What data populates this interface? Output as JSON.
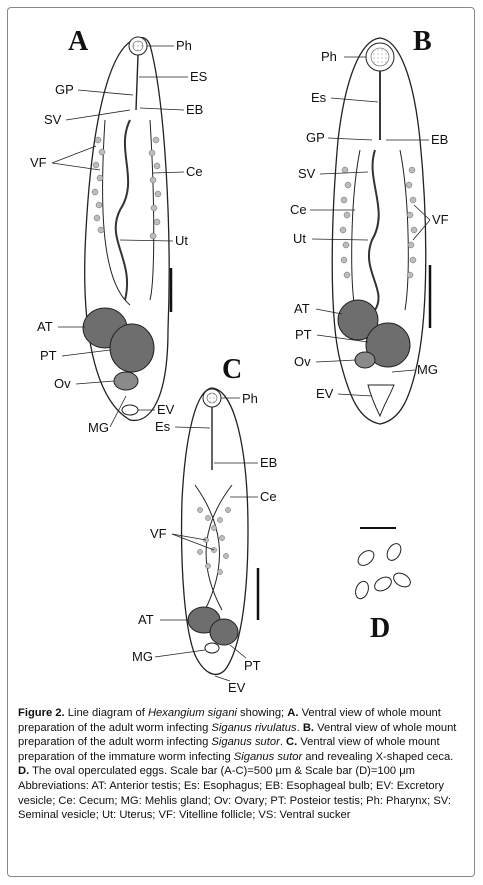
{
  "figure": {
    "panels": {
      "A": "A",
      "B": "B",
      "C": "C",
      "D": "D"
    },
    "labels_A": [
      "Ph",
      "ES",
      "GP",
      "EB",
      "SV",
      "VF",
      "Ce",
      "Ut",
      "AT",
      "PT",
      "Ov",
      "EV",
      "MG"
    ],
    "labels_B": [
      "Ph",
      "Es",
      "GP",
      "EB",
      "SV",
      "Ce",
      "VF",
      "Ut",
      "AT",
      "PT",
      "Ov",
      "MG",
      "EV"
    ],
    "labels_C": [
      "Ph",
      "Es",
      "EB",
      "Ce",
      "VF",
      "AT",
      "MG",
      "PT",
      "EV"
    ],
    "colors": {
      "gonad": "#6e6e6e",
      "outline": "#222222",
      "vitelline": "#bdbdbd"
    }
  },
  "caption": {
    "lead": "Figure 2.",
    "t1": "  Line diagram of ",
    "genus": "Hexangium sigani",
    "t2": " showing; ",
    "A": "A.",
    "t3": " Ventral view of whole mount preparation of the adult worm infecting ",
    "sp1": "Siganus rivulatus",
    "t4": ". ",
    "B": "B.",
    "t5": " Ventral view of whole mount preparation of the adult worm infecting ",
    "sp2": "Siganus sutor",
    "t6": ". ",
    "C": "C.",
    "t7": " Ventral view of whole mount preparation of the immature worm infecting ",
    "sp3": "Siganus sutor",
    "t8": " and revealing X-shaped ceca. ",
    "D": "D.",
    "t9": " The oval operculated eggs. Scale bar (A-C)=500 μm & Scale bar (D)=100 μm",
    "abbr": "Abbreviations: AT: Anterior testis; Es: Esophagus; EB: Esophageal bulb; EV: Excretory vesicle; Ce: Cecum; MG: Mehlis gland; Ov: Ovary; PT: Posteior testis; Ph: Pharynx; SV: Seminal vesicle; Ut: Uterus; VF: Vitelline follicle; VS: Ventral sucker"
  }
}
